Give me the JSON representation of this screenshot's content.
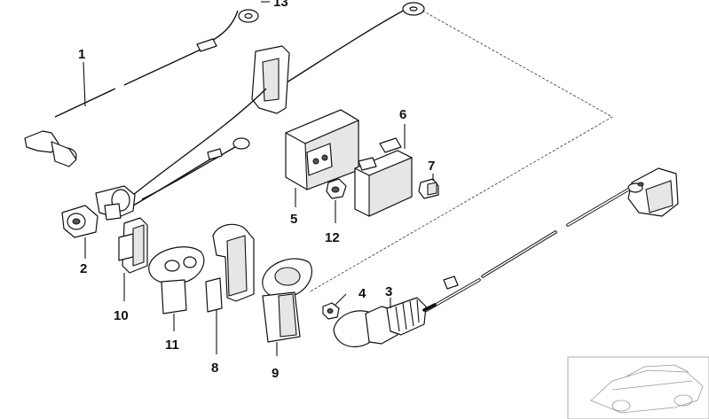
{
  "labels": {
    "p1": "1",
    "p2": "2",
    "p3": "3",
    "p4": "4",
    "p5": "5",
    "p6": "6",
    "p7": "7",
    "p8": "8",
    "p9": "9",
    "p10": "10",
    "p11": "11",
    "p12": "12",
    "p13": "13"
  }
}
